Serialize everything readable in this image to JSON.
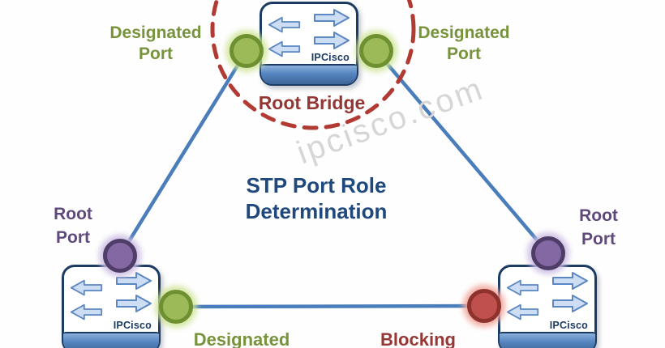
{
  "title": {
    "line1": "STP Port Role",
    "line2": "Determination"
  },
  "watermark_text": "ipcisco.com",
  "labels": {
    "root_bridge": "Root Bridge",
    "designated_left": {
      "line1": "Designated",
      "line2": "Port"
    },
    "designated_right": {
      "line1": "Designated",
      "line2": "Port"
    },
    "root_port_left": {
      "line1": "Root",
      "line2": "Port"
    },
    "root_port_right": {
      "line1": "Root",
      "line2": "Port"
    },
    "designated_bottom": "Designated",
    "blocking_bottom": "Blocking"
  },
  "switches": {
    "top": {
      "label": "IPCisco"
    },
    "bottom_left": {
      "label": "IPCisco"
    },
    "bottom_right": {
      "label": "IPCisco"
    }
  },
  "ports": [
    {
      "id": "top-switch-left",
      "role": "designated",
      "color": "#8cb33f"
    },
    {
      "id": "top-switch-right",
      "role": "designated",
      "color": "#8cb33f"
    },
    {
      "id": "bottom-left-top",
      "role": "root",
      "color": "#8064a2"
    },
    {
      "id": "bottom-left-right",
      "role": "designated",
      "color": "#8cb33f"
    },
    {
      "id": "bottom-right-top",
      "role": "root",
      "color": "#8064a2"
    },
    {
      "id": "bottom-right-left",
      "role": "blocking",
      "color": "#c0504d"
    }
  ],
  "colors": {
    "designated_port": "#8cb33f",
    "root_port": "#8064a2",
    "blocking_port": "#c0504d",
    "link_line": "#4a7ebb",
    "root_bridge_ring": "#b13a32",
    "title_text": "#1f497d",
    "designated_text": "#77933c",
    "root_port_text": "#5f497a",
    "root_bridge_text": "#943634",
    "blocking_text": "#953735",
    "watermark": "#d6d6d6"
  }
}
